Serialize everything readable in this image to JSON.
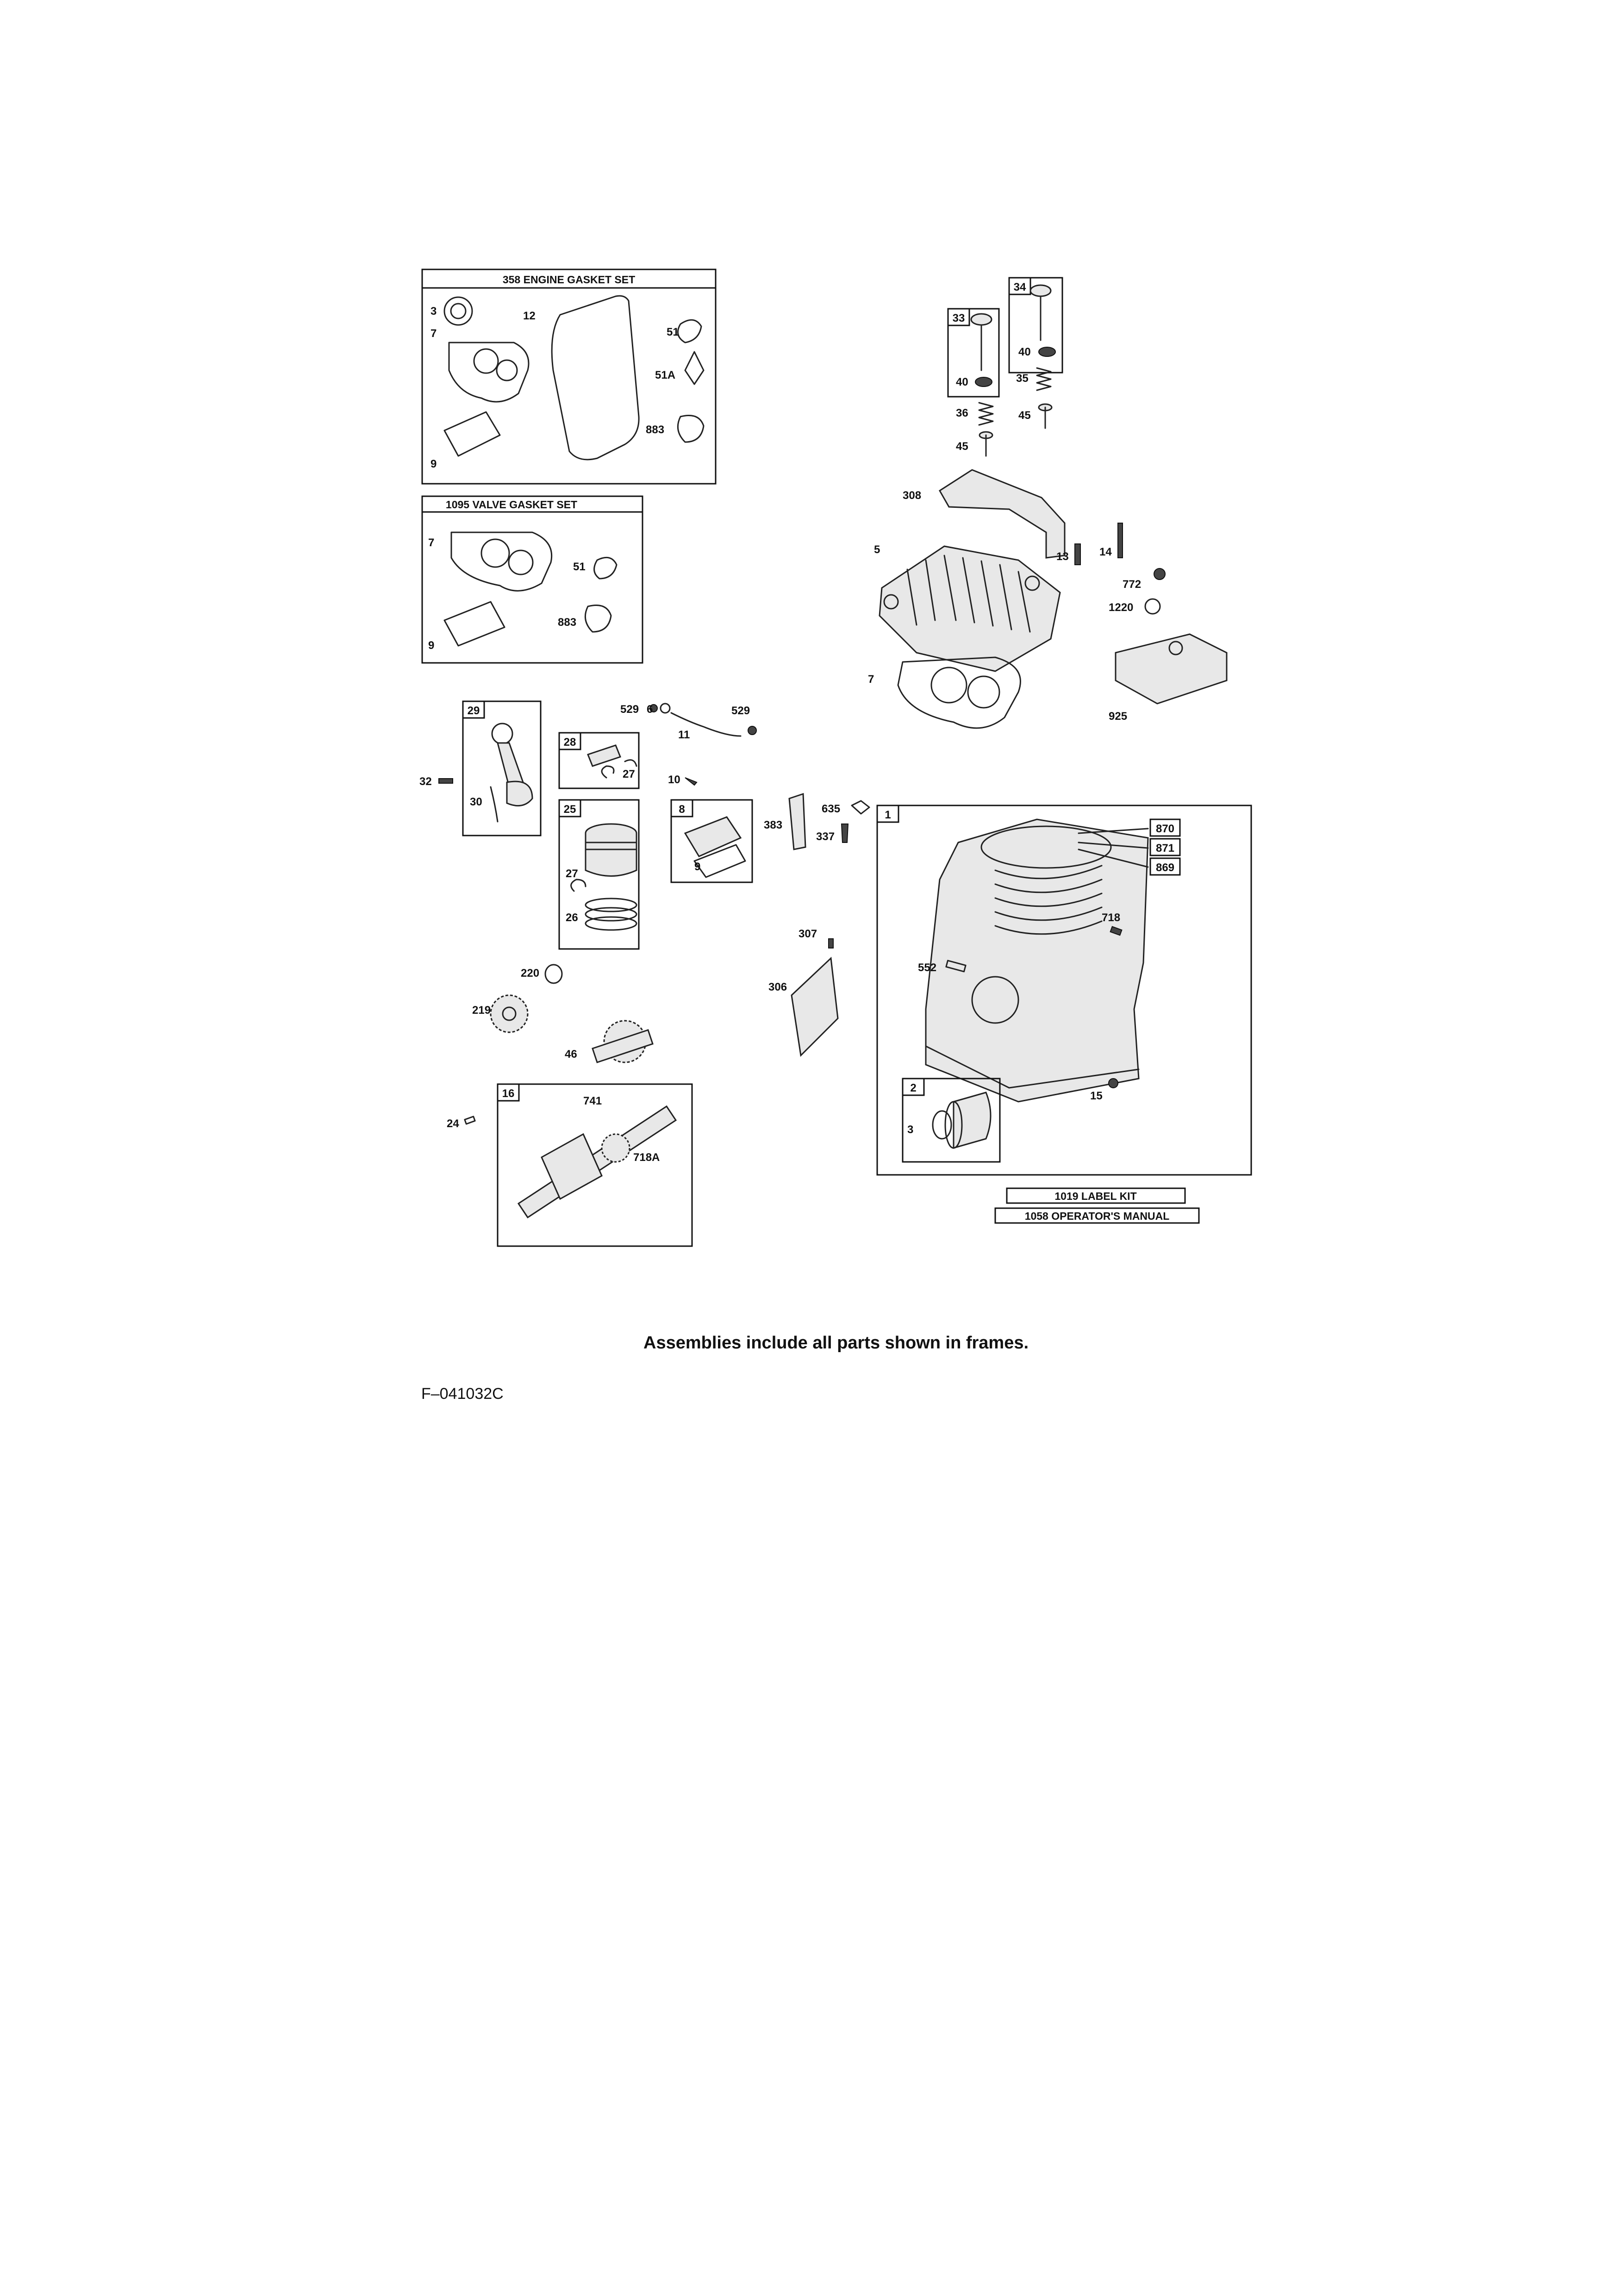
{
  "note": "Assemblies include all parts shown in frames.",
  "figure_code": "F–041032C",
  "frames": {
    "engine_gasket_set": "358 ENGINE GASKET SET",
    "valve_gasket_set": "1095 VALVE GASKET SET",
    "label_kit": "1019 LABEL KIT",
    "operators_manual": "1058 OPERATOR'S MANUAL"
  },
  "box_numbers": {
    "exhaust_valve": "34",
    "intake_valve": "33",
    "connecting_rod": "29",
    "piston_pin": "28",
    "piston_assembly": "25",
    "breather": "8",
    "cylinder": "1",
    "sleeve_bearing": "2",
    "crankshaft": "16",
    "gasket_870": "870",
    "gasket_871": "871",
    "gasket_869": "869"
  },
  "labels": {
    "engine_set_3": "3",
    "engine_set_12": "12",
    "engine_set_51": "51",
    "engine_set_51a": "51A",
    "engine_set_7": "7",
    "engine_set_883": "883",
    "engine_set_9": "9",
    "valve_set_7": "7",
    "valve_set_51": "51",
    "valve_set_883": "883",
    "valve_set_9": "9",
    "v34_40": "40",
    "v34_35": "35",
    "v34_45": "45",
    "v33_40": "40",
    "v33_36": "36",
    "v33_45": "45",
    "head_308": "308",
    "head_5": "5",
    "head_13": "13",
    "head_14": "14",
    "head_772": "772",
    "head_1220": "1220",
    "head_7": "7",
    "head_925": "925",
    "tube_529a": "529",
    "tube_6": "6",
    "tube_529b": "529",
    "tube_11": "11",
    "rod_32": "32",
    "rod_30": "30",
    "pin_27": "27",
    "screw_10": "10",
    "piston_27": "27",
    "piston_26": "26",
    "breather_9": "9",
    "part_383": "383",
    "part_635": "635",
    "part_337": "337",
    "part_307": "307",
    "part_306": "306",
    "cyl_718": "718",
    "cyl_552": "552",
    "cyl_15": "15",
    "bearing_3": "3",
    "gear_220": "220",
    "gear_219": "219",
    "gear_46": "46",
    "crank_24": "24",
    "crank_741": "741",
    "crank_718a": "718A"
  }
}
